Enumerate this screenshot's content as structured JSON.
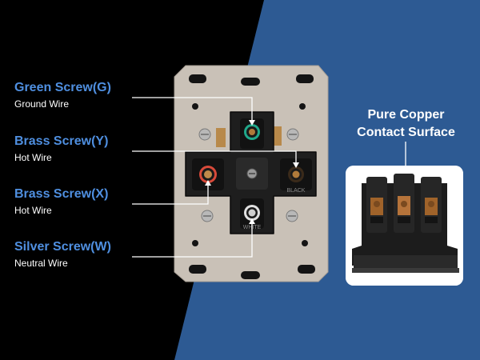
{
  "labels": [
    {
      "title": "Green Screw(G)",
      "subtitle": "Ground Wire"
    },
    {
      "title": "Brass Screw(Y)",
      "subtitle": "Hot Wire"
    },
    {
      "title": "Brass Screw(X)",
      "subtitle": "Hot Wire"
    },
    {
      "title": "Silver Screw(W)",
      "subtitle": "Neutral Wire"
    }
  ],
  "callout": {
    "line1": "Pure Copper",
    "line2": "Contact Surface"
  },
  "colors": {
    "black_panel": "#000000",
    "blue_panel": "#2d5a93",
    "label_blue": "#4f8fe0",
    "plate": "#c8bfb5",
    "receptacle": "#1c1c1c",
    "brass": "#b07a3a",
    "green_ring": "#20a88a",
    "red_ring": "#d84a3a",
    "silver": "#d8d8d8"
  },
  "receptacle_markings": {
    "white_label": "WHITE",
    "black_label": "BLACK"
  }
}
